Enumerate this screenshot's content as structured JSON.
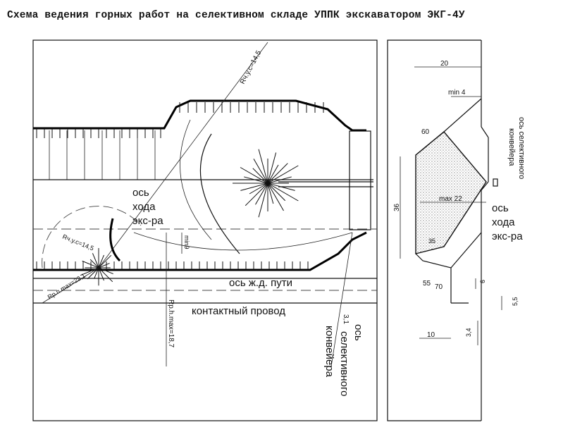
{
  "title": "Схема ведения горных работ на селективном складе УППК экскаватором ЭКГ-4У",
  "plan": {
    "r_top": "Rч.у.c=14,5",
    "r_left": "Rч.у.c=14,5",
    "r_rmax": "Rр.п.max=22,1",
    "r_rhmax": "Rр.h.max=18,7",
    "min9": "min9",
    "excavator_axis": [
      "ось",
      "хода",
      "экс-ра"
    ],
    "rail_axis": "ось ж.д. пути",
    "contact_wire": "контактный провод",
    "dim_31": "3,1",
    "conveyor_axis": [
      "ось",
      "селективного",
      "конвейера"
    ]
  },
  "section": {
    "dim_20": "20",
    "min4": "min 4",
    "dim_60": "60",
    "max22": "max 22",
    "dim_36": "36",
    "dim_35": "35",
    "dim_55": "55",
    "dim_70": "70",
    "dim_6": "6",
    "dim_55b": "5,5",
    "dim_10": "10",
    "dim_34": "3,4",
    "conveyor_axis": [
      "ось селективного",
      "конвейера"
    ],
    "excavator_axis": [
      "ось",
      "хода",
      "экс-ра"
    ]
  }
}
